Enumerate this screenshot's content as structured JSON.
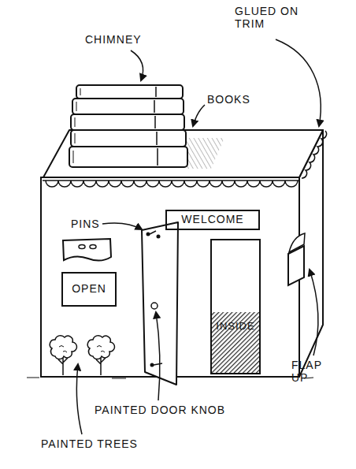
{
  "diagram": {
    "nodes": [
      {
        "text": [
          "WELCOME"
        ]
      },
      {
        "text": [
          "OPEN"
        ]
      },
      {
        "text": [
          "INSIDE"
        ]
      }
    ],
    "labels": [
      "CHIMNEY",
      "GLUED ON TRIM",
      "BOOKS",
      "PINS",
      "FLAP UP",
      "PAINTED DOOR KNOB",
      "PAINTED TREES"
    ]
  }
}
